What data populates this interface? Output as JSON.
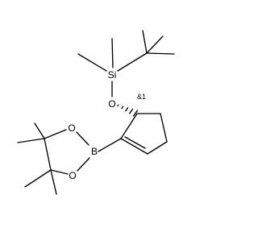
{
  "atoms": {
    "si": "Si",
    "o_silyl": "O",
    "b": "B",
    "o_upper": "O",
    "o_lower": "O"
  },
  "stereo_annotation": "&1"
}
